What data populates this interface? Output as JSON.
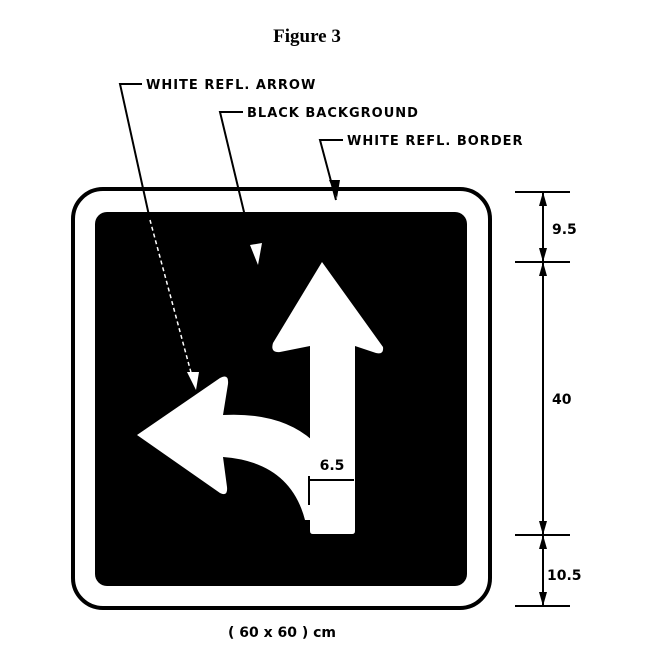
{
  "title": "Figure 3",
  "callouts": {
    "arrow": "WHITE REFL. ARROW",
    "background": "BLACK BACKGROUND",
    "border": "WHITE REFL. BORDER"
  },
  "dimensions": {
    "top_border": "9.5",
    "middle": "40",
    "bottom": "10.5",
    "shaft_width": "6.5",
    "overall": "( 60 x 60 ) cm"
  },
  "colors": {
    "ink": "#000000",
    "paper": "#ffffff"
  }
}
